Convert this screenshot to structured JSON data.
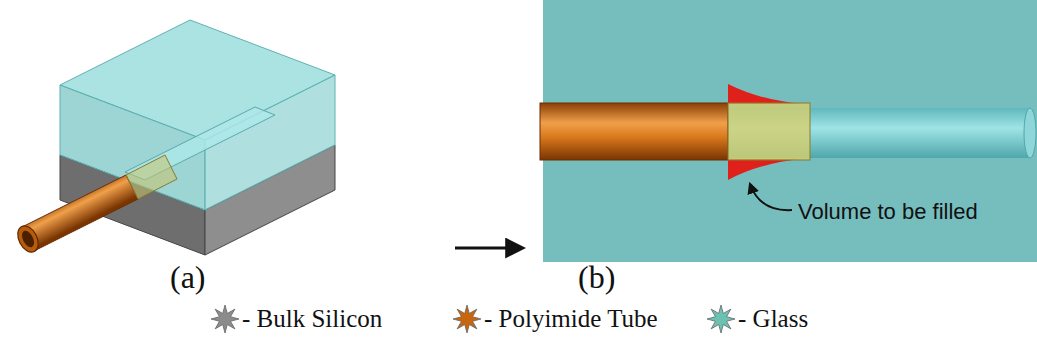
{
  "diagram": {
    "labels": [
      "(a)",
      "(b)",
      "Volume to be filled"
    ],
    "legend": [
      {
        "text": "- Bulk Silicon",
        "color": "#8c8c8c"
      },
      {
        "text": "- Polyimide Tube",
        "color": "#c8650e"
      },
      {
        "text": "- Glass",
        "color": "#6cc2b2"
      }
    ]
  }
}
